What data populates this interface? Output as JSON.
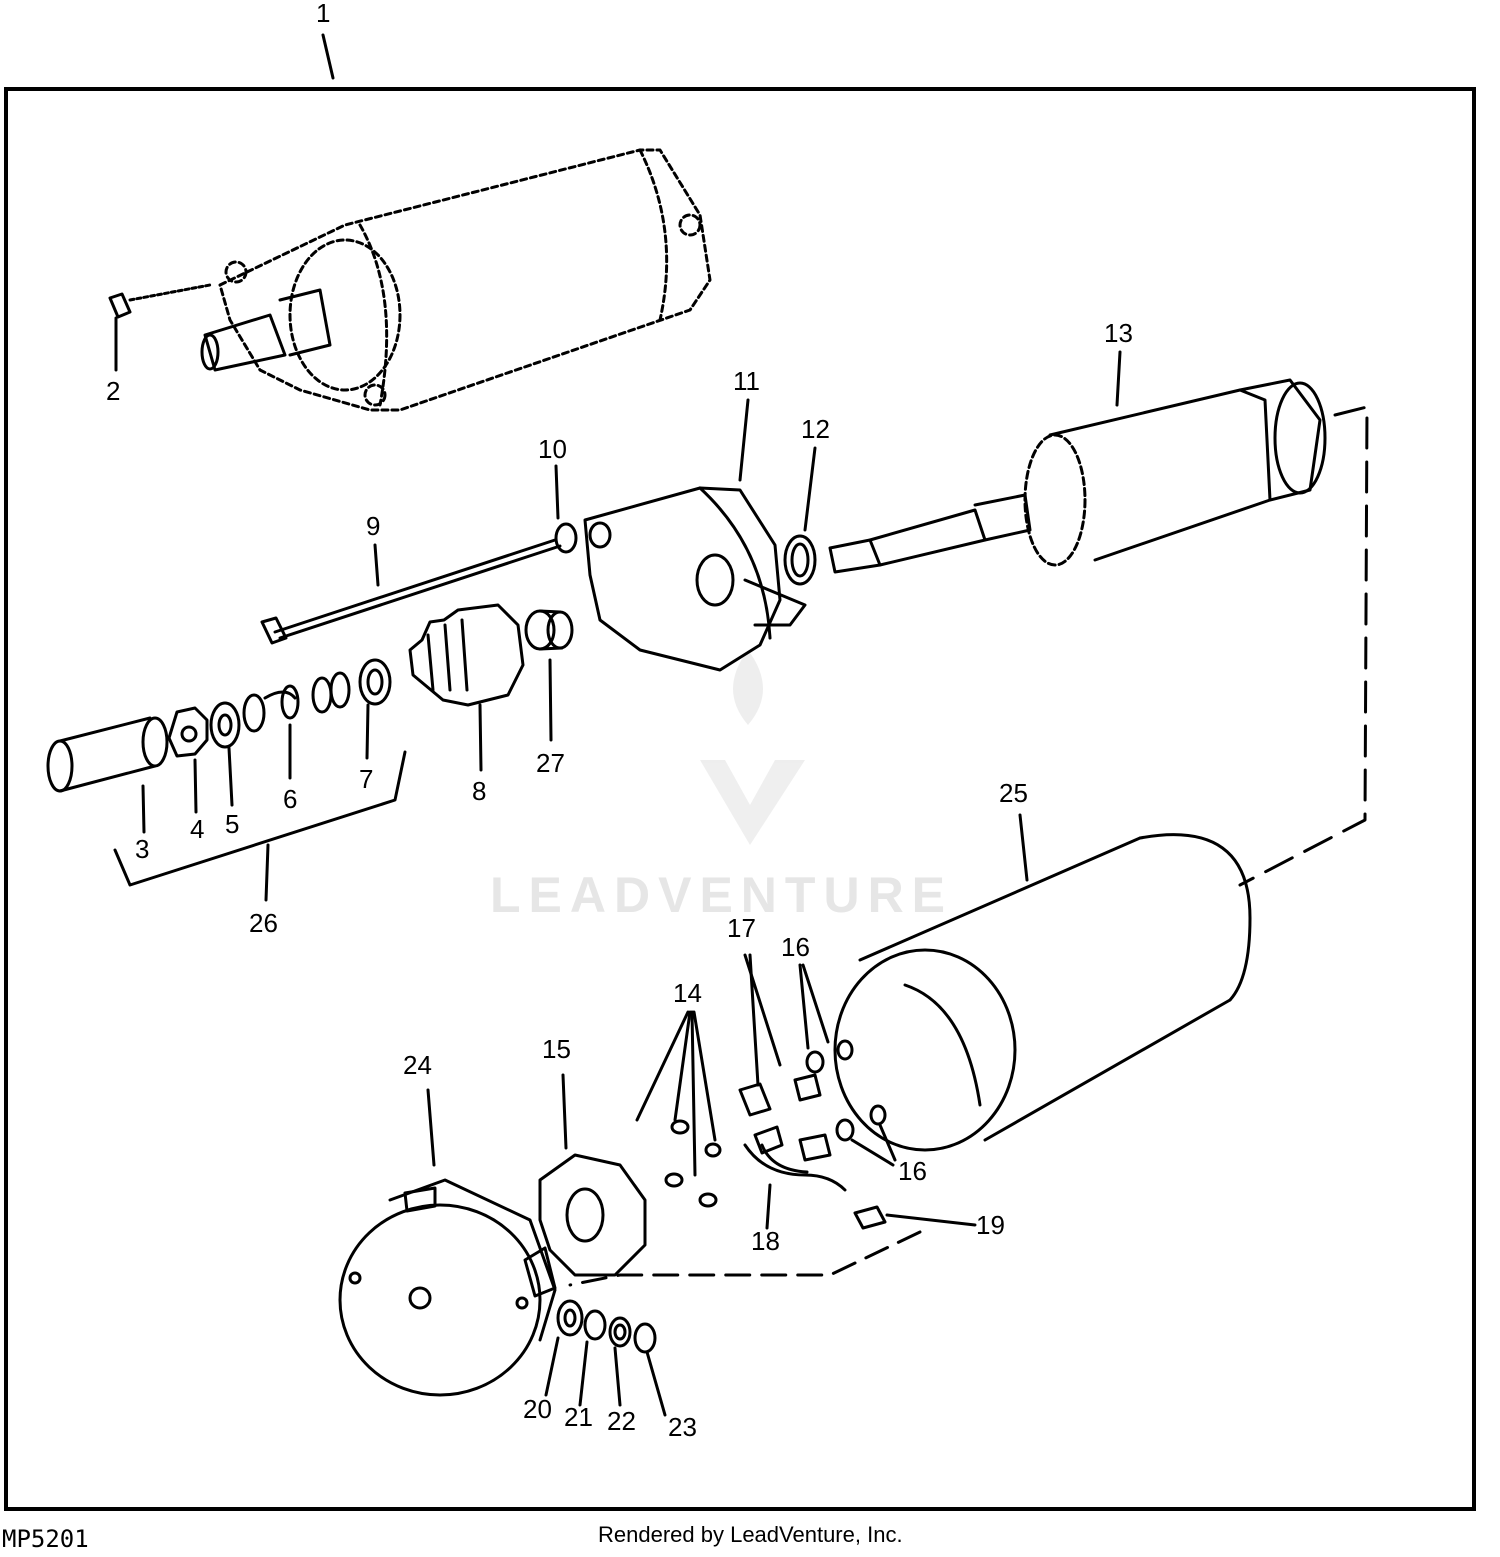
{
  "diagram": {
    "assembly_callout": "1",
    "callouts": [
      {
        "label": "2"
      },
      {
        "label": "3"
      },
      {
        "label": "4"
      },
      {
        "label": "5"
      },
      {
        "label": "6"
      },
      {
        "label": "7"
      },
      {
        "label": "8"
      },
      {
        "label": "9"
      },
      {
        "label": "10"
      },
      {
        "label": "11"
      },
      {
        "label": "12"
      },
      {
        "label": "13"
      },
      {
        "label": "14"
      },
      {
        "label": "15"
      },
      {
        "label": "16"
      },
      {
        "label": "16"
      },
      {
        "label": "17"
      },
      {
        "label": "18"
      },
      {
        "label": "19"
      },
      {
        "label": "20"
      },
      {
        "label": "21"
      },
      {
        "label": "22"
      },
      {
        "label": "23"
      },
      {
        "label": "24"
      },
      {
        "label": "25"
      },
      {
        "label": "26"
      },
      {
        "label": "27"
      }
    ]
  },
  "watermark": {
    "text": "LEADVENTURE",
    "color": "#e6e6e6"
  },
  "footer": {
    "code": "MP5201",
    "credit": "Rendered by LeadVenture, Inc."
  }
}
